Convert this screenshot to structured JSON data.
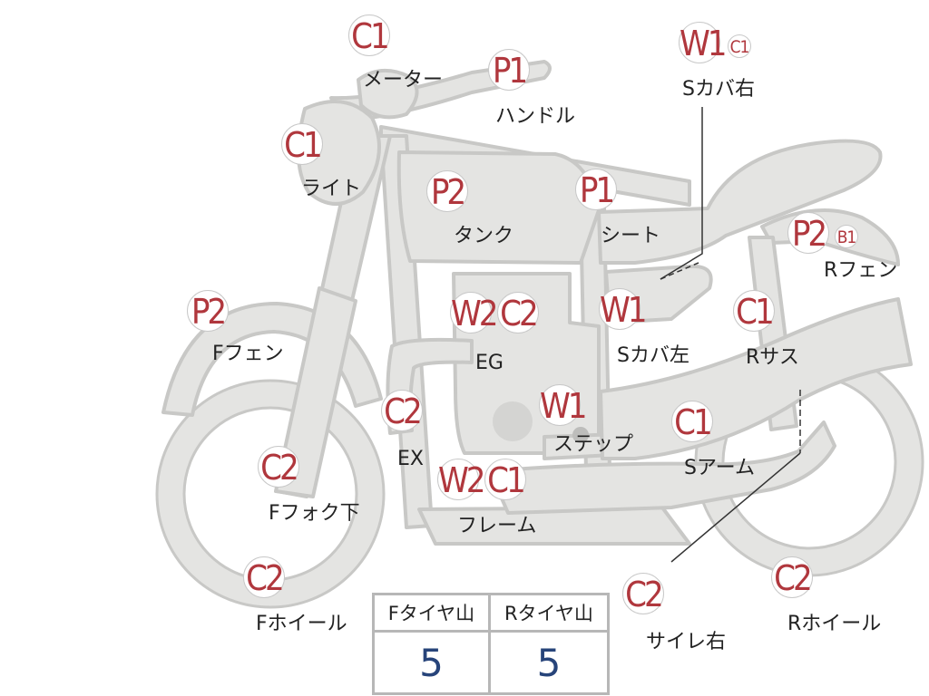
{
  "parts": [
    {
      "id": "meter",
      "name": "メーター",
      "codes": [
        "C1"
      ]
    },
    {
      "id": "handle",
      "name": "ハンドル",
      "codes": [
        "P1"
      ]
    },
    {
      "id": "light",
      "name": "ライト",
      "codes": [
        "C1"
      ]
    },
    {
      "id": "tank",
      "name": "タンク",
      "codes": [
        "P2"
      ]
    },
    {
      "id": "seat",
      "name": "シート",
      "codes": [
        "P1"
      ]
    },
    {
      "id": "s-cover-right",
      "name": "Sカバ右",
      "codes": [
        "W1",
        "C1"
      ]
    },
    {
      "id": "r-fender",
      "name": "Rフェン",
      "codes": [
        "P2",
        "B1"
      ]
    },
    {
      "id": "f-fender",
      "name": "Fフェン",
      "codes": [
        "P2"
      ]
    },
    {
      "id": "engine",
      "name": "EG",
      "codes": [
        "W2",
        "C2"
      ]
    },
    {
      "id": "s-cover-left",
      "name": "Sカバ左",
      "codes": [
        "W1"
      ]
    },
    {
      "id": "r-suspension",
      "name": "Rサス",
      "codes": [
        "C1"
      ]
    },
    {
      "id": "exhaust",
      "name": "EX",
      "codes": [
        "C2"
      ]
    },
    {
      "id": "step",
      "name": "ステップ",
      "codes": [
        "W1"
      ]
    },
    {
      "id": "s-arm",
      "name": "Sアーム",
      "codes": [
        "C1"
      ]
    },
    {
      "id": "f-fork-lower",
      "name": "Fフォク下",
      "codes": [
        "C2"
      ]
    },
    {
      "id": "frame",
      "name": "フレーム",
      "codes": [
        "W2",
        "C1"
      ]
    },
    {
      "id": "f-wheel",
      "name": "Fホイール",
      "codes": [
        "C2"
      ]
    },
    {
      "id": "muffler-right",
      "name": "サイレ右",
      "codes": [
        "C2"
      ]
    },
    {
      "id": "r-wheel",
      "name": "Rホイール",
      "codes": [
        "C2"
      ]
    }
  ],
  "tire_table": {
    "headers": [
      "Fタイヤ山",
      "Rタイヤ山"
    ],
    "values": [
      "5",
      "5"
    ]
  },
  "colors": {
    "code_text": "#b0373d",
    "part_fill": "#e4e4e2",
    "part_outline": "#c8c8c6",
    "table_value": "#27447a"
  }
}
